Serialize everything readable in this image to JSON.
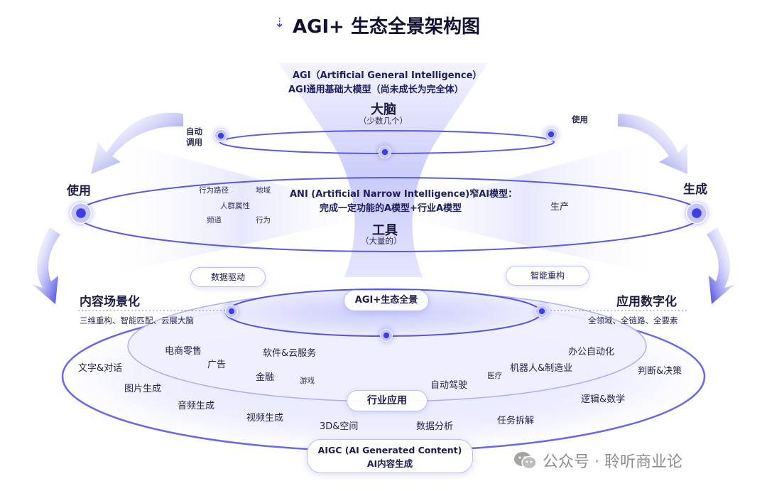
{
  "title": "AGI+ 生态全景架构图",
  "agi": {
    "line1": "AGI（Artificial General Intelligence）",
    "line2": "AGI通用基础大模型（尚未成长为完全体）",
    "brain": "大脑",
    "brain_sub": "（少数几个）"
  },
  "ani": {
    "line1": "ANI (Artificial Narrow Intelligence)窄AI模型：",
    "line2": "完成一定功能的A模型+行业A模型",
    "tool": "工具",
    "tool_sub": "（大量的）"
  },
  "ring_labels": {
    "auto_call": "自动调用",
    "use_top": "使用",
    "use_left": "使用",
    "generate": "生成",
    "production": "生产"
  },
  "behaviors": [
    "行为路径",
    "地域",
    "人群属性",
    "频道",
    "行为"
  ],
  "pills": {
    "data_driven": "数据驱动",
    "smart_rebuild": "智能重构",
    "center": "AGI+生态全景",
    "industry": "行业应用"
  },
  "content": {
    "title": "内容场景化",
    "sub": "三维重构、智能匹配、云展大脑"
  },
  "app": {
    "title": "应用数字化",
    "sub": "全领域、全链路、全要素"
  },
  "industry_items": [
    "电商零售",
    "广告",
    "软件&云服务",
    "金融",
    "游戏",
    "自动驾驶",
    "医疗",
    "机器人&制造业",
    "办公自动化"
  ],
  "outer_items": [
    "文字&对话",
    "图片生成",
    "音频生成",
    "视频生成",
    "3D&空间",
    "数据分析",
    "任务拆解",
    "逻辑&数学",
    "判断&决策"
  ],
  "aigc": {
    "line1": "AIGC (AI Generated Content)",
    "line2": "AI内容生成"
  },
  "watermark": "公众号 · 聆听商业论",
  "colors": {
    "accent": "#3e3ee8",
    "ring": "#6464e6",
    "arrow": "#3b3be0"
  }
}
